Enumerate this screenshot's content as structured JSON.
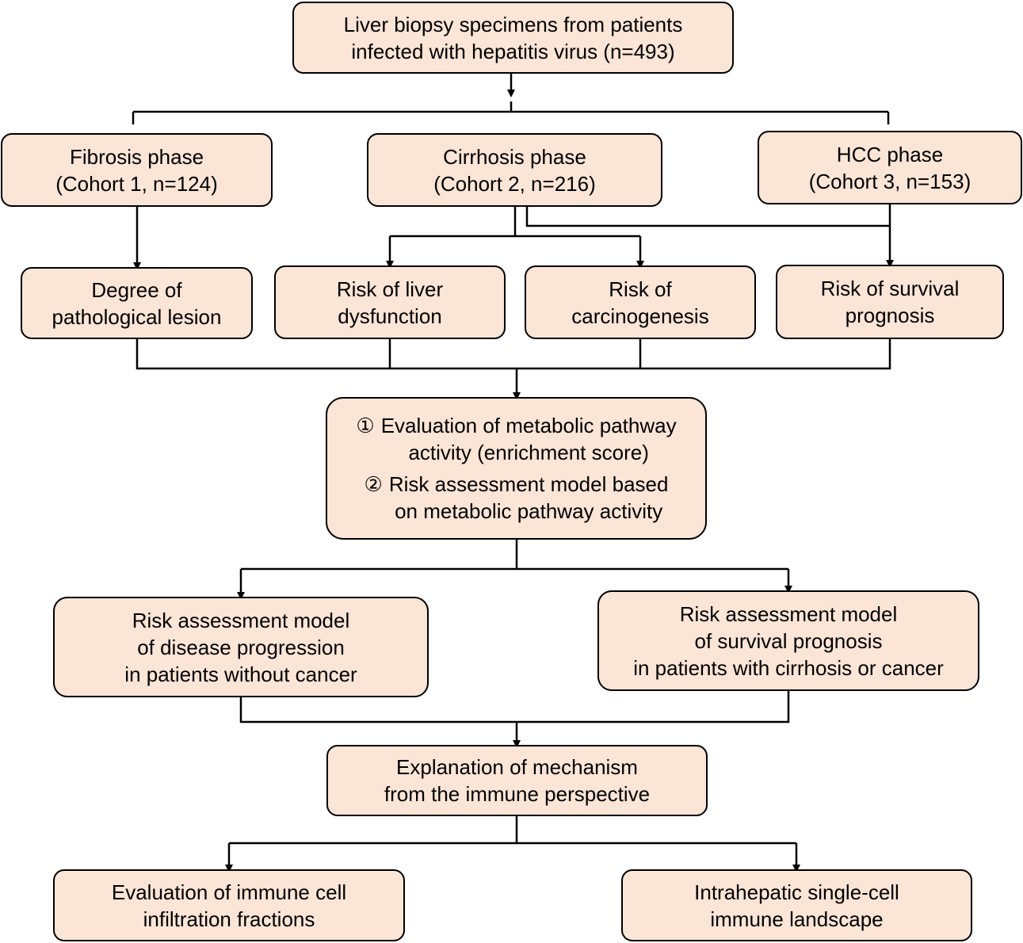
{
  "colors": {
    "box_fill": "#fbe5d6",
    "stroke": "#000000"
  },
  "top": {
    "lines": [
      "Liver biopsy specimens from patients",
      "infected with hepatitis virus (n=493)"
    ]
  },
  "phases": [
    {
      "lines": [
        "Fibrosis phase",
        "(Cohort 1, n=124)"
      ]
    },
    {
      "lines": [
        "Cirrhosis phase",
        "(Cohort 2, n=216)"
      ]
    },
    {
      "lines": [
        "HCC phase",
        "(Cohort 3, n=153)"
      ]
    }
  ],
  "outcomes": [
    {
      "lines": [
        "Degree of",
        "pathological lesion"
      ]
    },
    {
      "lines": [
        "Risk of liver",
        "dysfunction"
      ]
    },
    {
      "lines": [
        "Risk of",
        "carcinogenesis"
      ]
    },
    {
      "lines": [
        "Risk of survival",
        "prognosis"
      ]
    }
  ],
  "evaluation": {
    "items": [
      {
        "num": "①",
        "lines": [
          "Evaluation of metabolic pathway",
          "activity (enrichment score)"
        ]
      },
      {
        "num": "②",
        "lines": [
          "Risk assessment model based",
          "on metabolic pathway activity"
        ]
      }
    ]
  },
  "models": [
    {
      "lines": [
        "Risk assessment model",
        "of disease progression",
        "in patients without cancer"
      ]
    },
    {
      "lines": [
        "Risk assessment model",
        "of survival prognosis",
        "in patients with cirrhosis or cancer"
      ]
    }
  ],
  "mechanism": {
    "lines": [
      "Explanation of mechanism",
      "from the immune perspective"
    ]
  },
  "immune": [
    {
      "lines": [
        "Evaluation of immune cell",
        "infiltration fractions"
      ]
    },
    {
      "lines": [
        "Intrahepatic single-cell",
        "immune landscape"
      ]
    }
  ]
}
